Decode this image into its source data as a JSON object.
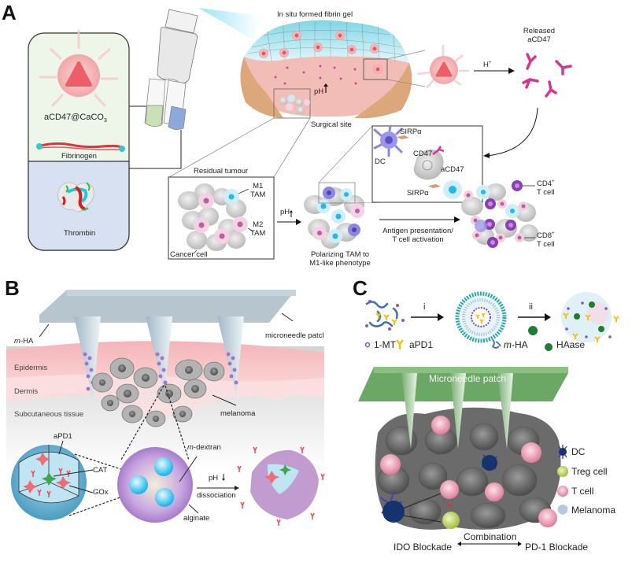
{
  "panels": {
    "A": {
      "letter": "A",
      "components_box": {
        "particle_label": "aCD47@CaCO",
        "particle_subscript": "3",
        "fibrinogen_label": "Fibrinogen",
        "thrombin_label": "Thrombin"
      },
      "gel_title": "In situ formed fibrin gel",
      "surgical_site_label": "Surgical site",
      "ph_up_label": "pH",
      "released_label_line1": "Released",
      "released_label_line2": "aCD47",
      "proton_label": "H",
      "proton_superscript": "+",
      "residual_tumour_label": "Residual  tumour",
      "m1_label_line1": "M1",
      "m1_label_line2": "TAM",
      "m2_label_line1": "M2",
      "m2_label_line2": "TAM",
      "cancer_cell_label": "Cancer cell",
      "ph_arrow_label": "pH",
      "polarizing_line1": "Polarizing TAM to",
      "polarizing_line2": "M1-like phenotype",
      "inset": {
        "sirpa_top": "SIRPα",
        "cd47": "CD47",
        "dc": "DC",
        "acd47": "aCD47",
        "sirpa_bottom": "SIRPα"
      },
      "antigen_line1": "Antigen presentation/",
      "antigen_line2": "T cell activation",
      "cd4_line1": "CD4",
      "cd4_sup": "+",
      "cd4_line2": "T cell",
      "cd8_line1": "CD8",
      "cd8_sup": "+",
      "cd8_line2": "T cell"
    },
    "B": {
      "letter": "B",
      "m_ha_prefix": "m",
      "m_ha_suffix": "-HA",
      "patch_label": "microneedle patcl",
      "epidermis": "Epidermis",
      "dermis": "Dermis",
      "subcutaneous": "Subcutaneous tissue",
      "melanoma": "melanoma",
      "apd1": "aPD1",
      "cat": "CAT",
      "gox": "GOx",
      "m_dextran_prefix": "m",
      "m_dextran_suffix": "-dextran",
      "alginate": "alginate",
      "ph_down": "pH",
      "dissociation": "dissociation"
    },
    "C": {
      "letter": "C",
      "step_i": "i",
      "step_ii": "ii",
      "legend": {
        "one_mt": "1-MT",
        "apd1": "aPD1",
        "m_ha_prefix": "m",
        "m_ha_suffix": "-HA",
        "haase": "HAase"
      },
      "patch_label": "Microneedle patch",
      "cell_legend": {
        "dc": "DC",
        "treg": "Treg cell",
        "tcell": "T cell",
        "melanoma": "Melanoma"
      },
      "ido": "IDO Blockade",
      "combination": "Combination",
      "pd1": "PD-1 Blockade"
    }
  },
  "colors": {
    "gel_cyan": "#8fdbe8",
    "tissue_pink": "#f2bdb6",
    "skin_tan": "#dca77a",
    "green_liquid": "#c9e2b4",
    "blue_liquid": "#8ea8dc",
    "box_green": "#eef6ea",
    "box_blue": "#d7e1f1",
    "dc_purple": "#8c86e0",
    "tcell_purple": "#8b3fb3",
    "antibody_magenta": "#d3378f",
    "patch_gray": "#b7c6ce",
    "epidermis_pink": "#f4b9bd",
    "sub_gray": "#d6d6d6",
    "patch_green": "#6ca865",
    "tumour_gray": "#6b6b6b",
    "tcell_pink": "#e88aa4",
    "treg_green": "#b5cf4a"
  }
}
